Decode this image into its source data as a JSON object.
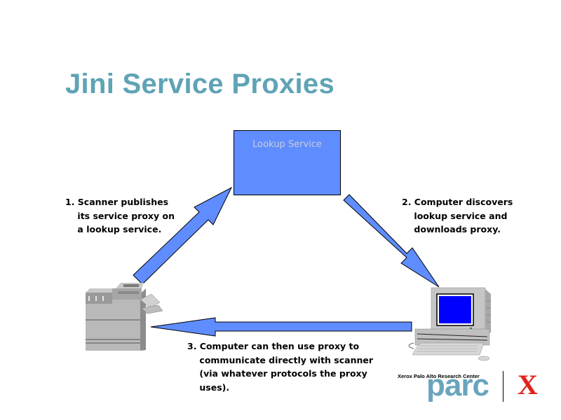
{
  "slide": {
    "title": "Jini Service Proxies"
  },
  "diagram": {
    "lookup_service": {
      "label": "Lookup Service",
      "fill": "#5f8dff"
    },
    "steps": [
      {
        "number": "1.",
        "text": "1. Scanner publishes\n    its service proxy on\n    a lookup service."
      },
      {
        "number": "2.",
        "text": "2. Computer discovers\n    lookup service and\n    downloads proxy."
      },
      {
        "number": "3.",
        "text": "3. Computer can then use proxy to\n    communicate directly with scanner\n    (via whatever protocols the proxy\n    uses)."
      }
    ],
    "nodes": [
      {
        "name": "scanner",
        "icon": "scanner-icon"
      },
      {
        "name": "computer",
        "icon": "computer-icon"
      }
    ],
    "arrows": [
      {
        "from": "scanner",
        "to": "lookup-service"
      },
      {
        "from": "lookup-service",
        "to": "computer"
      },
      {
        "from": "computer",
        "to": "scanner"
      }
    ],
    "arrow_color": "#5f8dff"
  },
  "footer": {
    "org_name": "Xerox Palo Alto Research Center",
    "logo_text": "parc",
    "xerox_mark": "X"
  }
}
